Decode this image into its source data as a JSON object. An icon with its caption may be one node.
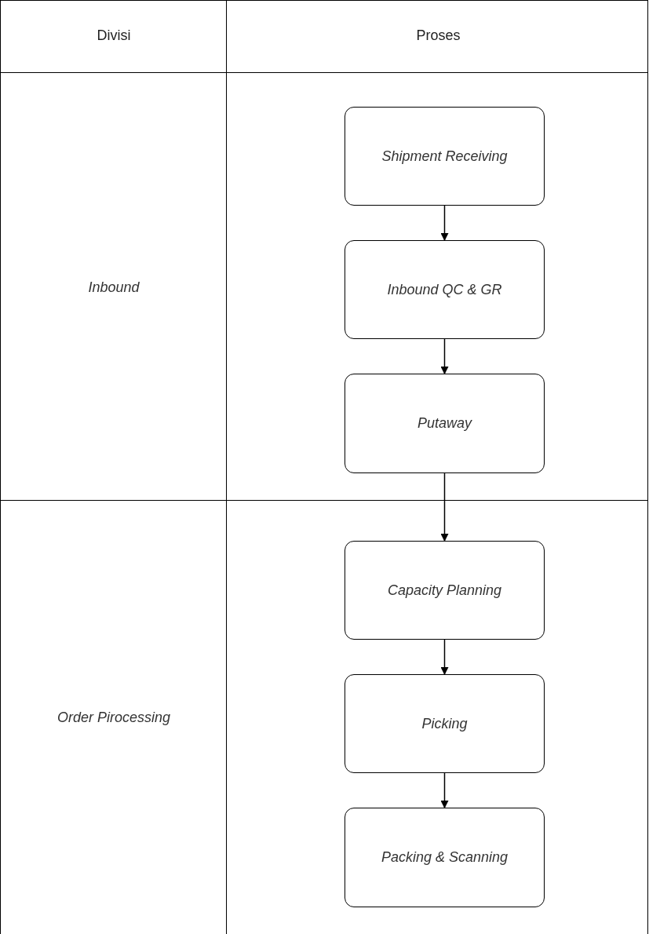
{
  "diagram": {
    "nodes": [
      {
        "text": [
          "Inbound"
        ]
      },
      {
        "text": [
          "Shipment Receiving"
        ],
        "in": 0
      },
      {
        "text": [
          "Inbound QC & GR"
        ],
        "in": 0
      },
      {
        "text": [
          "Putaway"
        ],
        "in": 0
      },
      {
        "text": [
          "Order Pirocessing"
        ]
      },
      {
        "text": [
          "Capacity Planning"
        ],
        "in": 4
      },
      {
        "text": [
          "Picking"
        ],
        "in": 4
      },
      {
        "text": [
          "Packing & Scanning"
        ],
        "in": 4
      }
    ],
    "edges": [
      {
        "from": 1,
        "to": 2,
        "arrow": "to"
      },
      {
        "from": 2,
        "to": 3,
        "arrow": "to"
      },
      {
        "from": 3,
        "to": 5,
        "arrow": "to"
      },
      {
        "from": 5,
        "to": 6,
        "arrow": "to"
      },
      {
        "from": 6,
        "to": 7,
        "arrow": "to"
      }
    ],
    "labels": [
      "Divisi",
      "Proses"
    ]
  }
}
